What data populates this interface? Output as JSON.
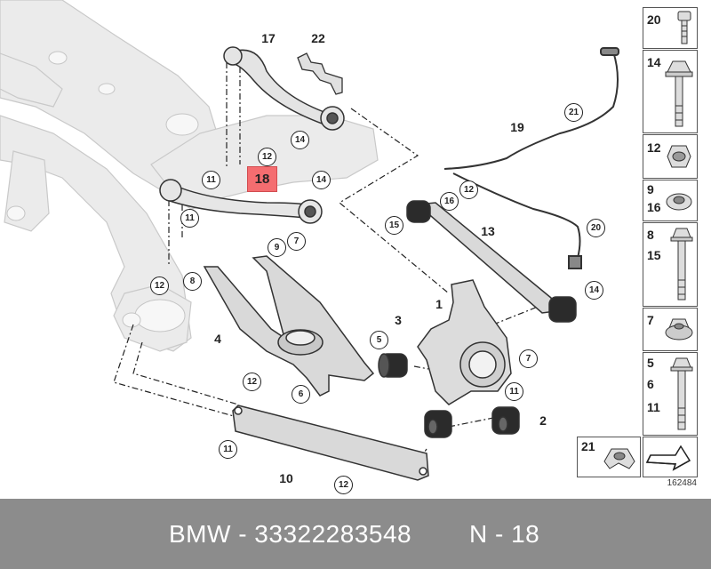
{
  "diagram": {
    "highlight": "18",
    "callouts": [
      {
        "id": "c17",
        "text": "17"
      },
      {
        "id": "c22",
        "text": "22"
      },
      {
        "id": "c14a",
        "text": "14"
      },
      {
        "id": "c12a",
        "text": "12"
      },
      {
        "id": "c11a",
        "text": "11"
      },
      {
        "id": "c14b",
        "text": "14"
      },
      {
        "id": "c11b",
        "text": "11"
      },
      {
        "id": "c9",
        "text": "9"
      },
      {
        "id": "c7a",
        "text": "7"
      },
      {
        "id": "c12b",
        "text": "12"
      },
      {
        "id": "c8",
        "text": "8"
      },
      {
        "id": "c4",
        "text": "4"
      },
      {
        "id": "c3",
        "text": "3"
      },
      {
        "id": "c5",
        "text": "5"
      },
      {
        "id": "c6",
        "text": "6"
      },
      {
        "id": "c1",
        "text": "1"
      },
      {
        "id": "c7b",
        "text": "7"
      },
      {
        "id": "c11c",
        "text": "11"
      },
      {
        "id": "c2",
        "text": "2"
      },
      {
        "id": "c12c",
        "text": "12"
      },
      {
        "id": "c11d",
        "text": "11"
      },
      {
        "id": "c10",
        "text": "10"
      },
      {
        "id": "c12d",
        "text": "12"
      },
      {
        "id": "c19",
        "text": "19"
      },
      {
        "id": "c21",
        "text": "21"
      },
      {
        "id": "c16",
        "text": "16"
      },
      {
        "id": "c12e",
        "text": "12"
      },
      {
        "id": "c15",
        "text": "15"
      },
      {
        "id": "c13",
        "text": "13"
      },
      {
        "id": "c20",
        "text": "20"
      },
      {
        "id": "c14c",
        "text": "14"
      }
    ]
  },
  "side_panel": [
    {
      "lines": [
        "20"
      ]
    },
    {
      "lines": [
        "14"
      ]
    },
    {
      "lines": [
        "12"
      ]
    },
    {
      "lines": [
        "9",
        "16"
      ]
    },
    {
      "lines": [
        "8",
        "15"
      ]
    },
    {
      "lines": [
        "7"
      ]
    },
    {
      "lines": [
        "5",
        "6",
        "11"
      ]
    },
    {
      "lines": [
        "21"
      ]
    }
  ],
  "drawing_number": "162484",
  "footer": {
    "brand_part": "BMW - 33322283548",
    "position": "N - 18",
    "bg_color": "#8c8c8c"
  }
}
